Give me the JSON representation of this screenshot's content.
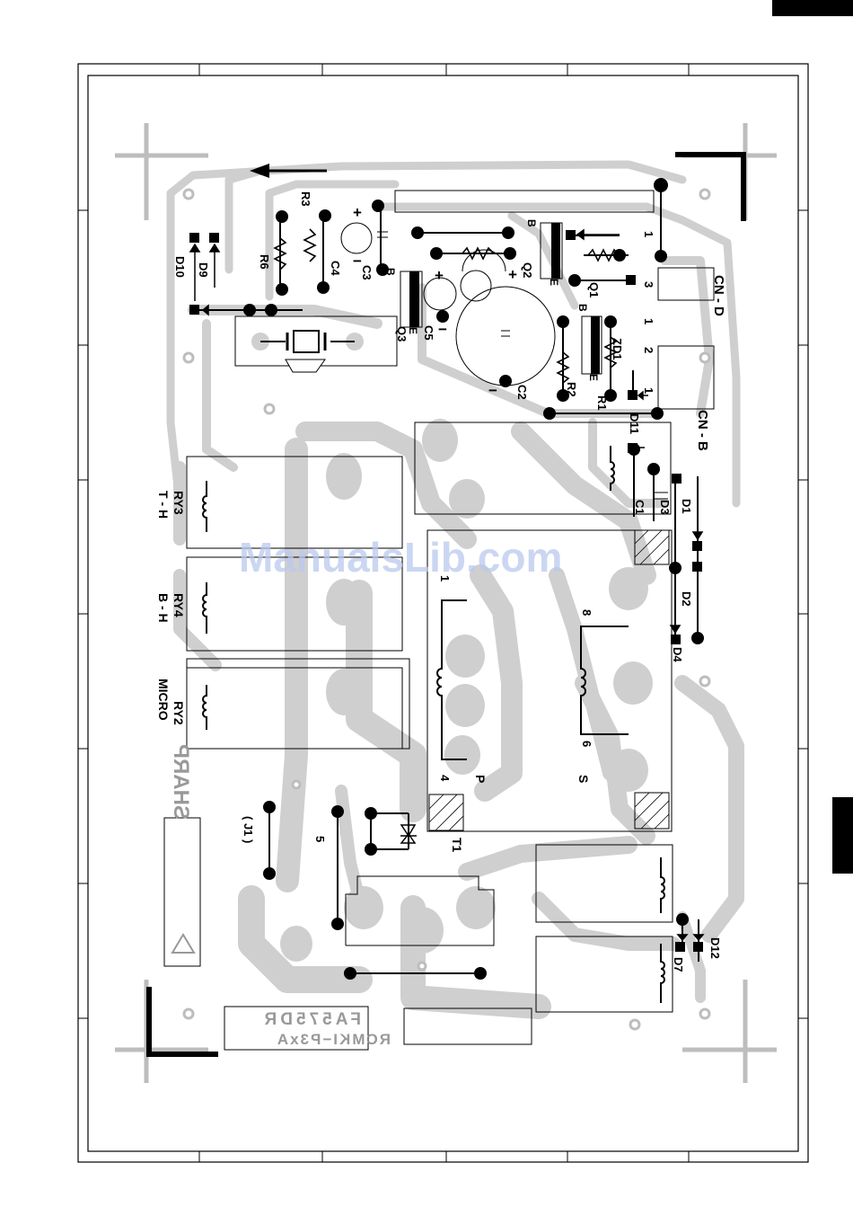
{
  "board": {
    "connectors": {
      "cn_d": "CN - D",
      "cn_b": "CN - B",
      "pins_d": [
        "3",
        "1",
        "1"
      ],
      "pins_b": [
        "2",
        "1"
      ]
    },
    "relays": {
      "ry3_name": "RY3",
      "ry3_func": "T - H",
      "ry4_name": "RY4",
      "ry4_func": "B - H",
      "ry2_name": "RY2",
      "ry2_func": "MICRO"
    },
    "transformer": {
      "name": "T1",
      "primary": "P",
      "secondary": "S",
      "pins": [
        "1",
        "4",
        "8",
        "6"
      ]
    },
    "jumper": "( J1 )",
    "pin5": "5",
    "parts": {
      "r1": "R1",
      "r2": "R2",
      "r3": "R3",
      "r6": "R6",
      "c1": "C1",
      "c2": "C2",
      "c3": "C3",
      "c4": "C4",
      "c5": "C5",
      "q1": "Q1",
      "q2": "Q2",
      "q3": "Q3",
      "zd1": "ZD1",
      "d1": "D1",
      "d2": "D2",
      "d3": "D3",
      "d4": "D4",
      "d7": "D7",
      "d9": "D9",
      "d10": "D10",
      "d11": "D11",
      "d12": "D12"
    },
    "transistor_pins": {
      "b": "B",
      "e": "E"
    },
    "polarity": {
      "plus": "+",
      "minus": "−"
    },
    "brand_logo": "SHARP",
    "part_number_line1": "FA575DR",
    "part_number_line2": "RCMKI−P3xA",
    "watermark": "ManualsLib.com"
  }
}
